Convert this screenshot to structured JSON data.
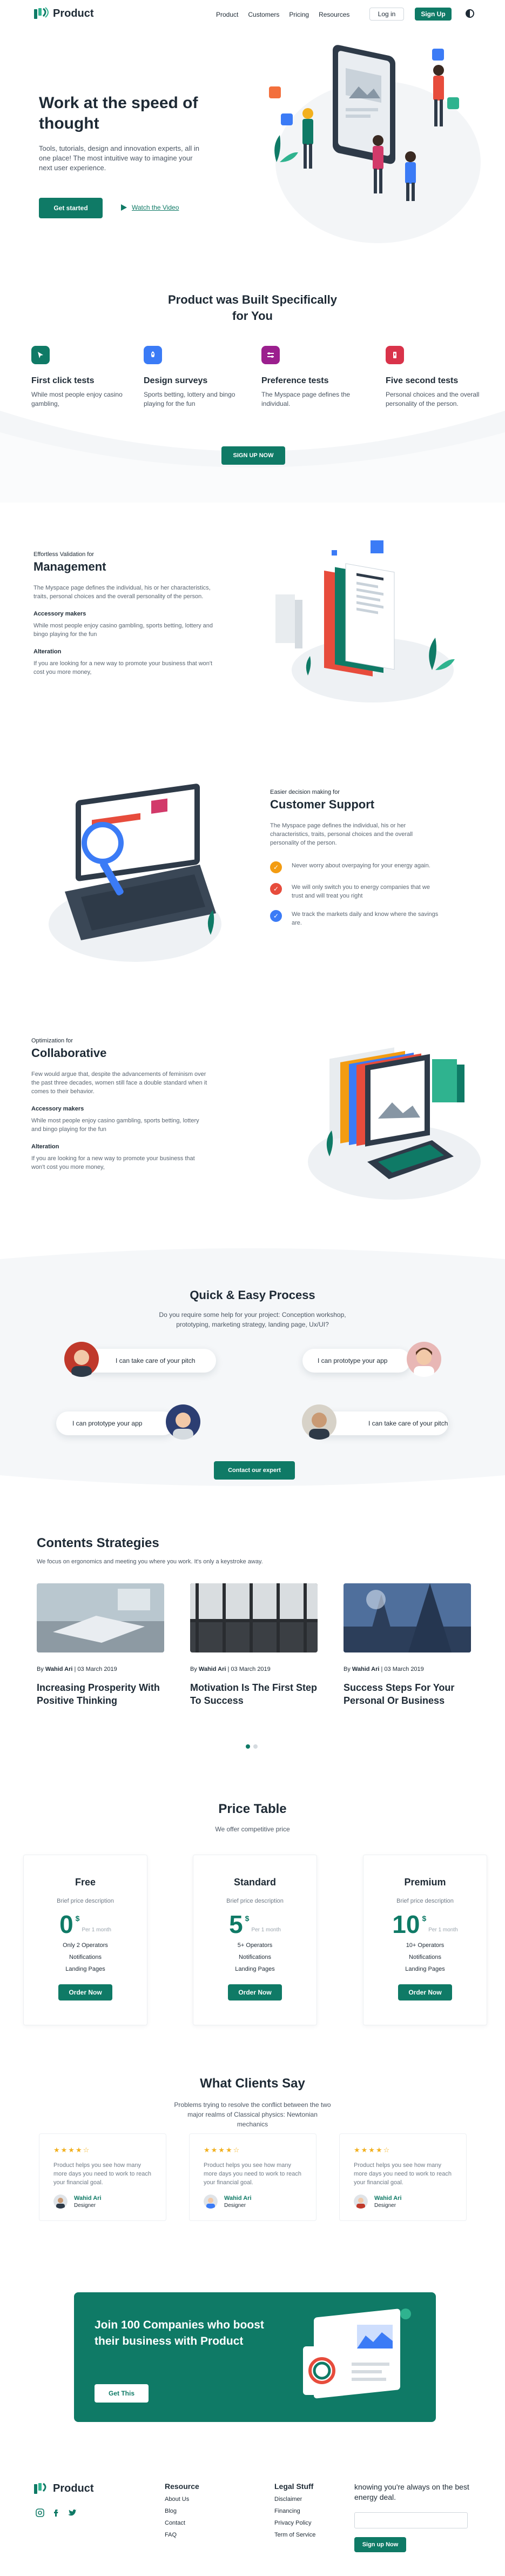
{
  "colors": {
    "brand": "#0f7a66",
    "star": "#f2b01e"
  },
  "nav": {
    "logo_text": "Product",
    "links": [
      "Product",
      "Customers",
      "Pricing",
      "Resources"
    ],
    "login": "Log in",
    "signup": "Sign Up"
  },
  "hero": {
    "title": "Work at the speed of thought",
    "subtitle": "Tools, tutorials, design and innovation experts, all in one place! The most intuitive way to imagine your next user experience.",
    "cta": "Get started",
    "watch": "Watch the Video"
  },
  "built": {
    "title": "Product was Built Specifically for You",
    "features": [
      {
        "title": "First click tests",
        "desc": "While most people enjoy casino gambling,",
        "icon": "cursor-icon"
      },
      {
        "title": "Design surveys",
        "desc": "Sports betting, lottery and bingo playing for the fun",
        "icon": "rocket-icon"
      },
      {
        "title": "Preference tests",
        "desc": "The Myspace page defines the individual.",
        "icon": "sliders-icon"
      },
      {
        "title": "Five second tests",
        "desc": "Personal choices and the overall personality of the person.",
        "icon": "timer-icon"
      }
    ],
    "cta": "SIGN UP NOW"
  },
  "management": {
    "eyebrow": "Effortless Validation for",
    "title": "Management",
    "intro": "The Myspace page defines the individual, his or her characteristics, traits, personal choices and the overall personality of the person.",
    "h1": "Accessory makers",
    "p1": "While most people enjoy casino gambling, sports betting, lottery and bingo playing for the fun",
    "h2": "Alteration",
    "p2": "If you are looking for a new way to promote your business that won't cost you more money,"
  },
  "support": {
    "eyebrow": "Easier decision making for",
    "title": "Customer Support",
    "intro": "The Myspace page defines the individual, his or her characteristics, traits, personal choices and the overall personality of the person.",
    "checks": [
      {
        "text": "Never worry about overpaying for your energy again.",
        "color": "#f39c12"
      },
      {
        "text": "We will only switch you to energy companies that we trust and will treat you right",
        "color": "#e74c3c"
      },
      {
        "text": "We track the markets daily and know where the savings are.",
        "color": "#3b7bf6"
      }
    ]
  },
  "collab": {
    "eyebrow": "Optimization for",
    "title": "Collaborative",
    "intro": "Few would argue that, despite the advancements of feminism over the past three decades, women still face a double standard when it comes to their behavior.",
    "h1": "Accessory makers",
    "p1": "While most people enjoy casino gambling, sports betting, lottery and bingo playing for the fun",
    "h2": "Alteration",
    "p2": "If you are looking for a new way to promote your business that won't cost you more money,"
  },
  "process": {
    "title": "Quick & Easy Process",
    "subtitle": "Do you require some help for your project: Conception workshop, prototyping, marketing strategy, landing page, Ux/UI?",
    "pills": [
      "I can take care of your pitch",
      "I can prototype your app",
      "I can prototype your app",
      "I can take care of your pitch"
    ],
    "cta": "Contact our expert"
  },
  "blog": {
    "title": "Contents Strategies",
    "subtitle": "We focus on ergonomics and meeting you where you work. It's only a keystroke away.",
    "by": "By",
    "posts": [
      {
        "author": "Wahid Ari",
        "date": "03 March 2019",
        "title": "Increasing Prosperity With Positive Thinking"
      },
      {
        "author": "Wahid Ari",
        "date": "03 March 2019",
        "title": "Motivation Is The First Step To Success"
      },
      {
        "author": "Wahid Ari",
        "date": "03 March 2019",
        "title": "Success Steps For Your Personal Or Business"
      }
    ]
  },
  "pricing": {
    "title": "Price Table",
    "subtitle": "We offer competitive price",
    "plans": [
      {
        "name": "Free",
        "desc": "Brief price description",
        "price": "0",
        "currency": "$",
        "per": "Per 1 month",
        "features": [
          "Only 2 Operators",
          "Notifications",
          "Landing Pages"
        ],
        "cta": "Order Now"
      },
      {
        "name": "Standard",
        "desc": "Brief price description",
        "price": "5",
        "currency": "$",
        "per": "Per 1 month",
        "features": [
          "5+ Operators",
          "Notifications",
          "Landing Pages"
        ],
        "cta": "Order Now"
      },
      {
        "name": "Premium",
        "desc": "Brief price description",
        "price": "10",
        "currency": "$",
        "per": "Per 1 month",
        "features": [
          "10+ Operators",
          "Notifications",
          "Landing Pages"
        ],
        "cta": "Order Now"
      }
    ]
  },
  "testimonials": {
    "title": "What Clients Say",
    "subtitle": "Problems trying to resolve the conflict between the two major realms of Classical physics: Newtonian mechanics",
    "items": [
      {
        "stars": "★★★★☆",
        "quote": "Product helps you see how many more days you need to work to reach your financial goal.",
        "name": "Wahid Ari",
        "role": "Designer"
      },
      {
        "stars": "★★★★☆",
        "quote": "Product helps you see how many more days you need to work to reach your financial goal.",
        "name": "Wahid Ari",
        "role": "Designer"
      },
      {
        "stars": "★★★★☆",
        "quote": "Product helps you see how many more days you need to work to reach your financial goal.",
        "name": "Wahid Ari",
        "role": "Designer"
      }
    ]
  },
  "cta_banner": {
    "title": "Join 100 Companies who boost their business with Product",
    "cta": "Get This"
  },
  "footer": {
    "logo_text": "Product",
    "resource_head": "Resource",
    "resource_links": [
      "About Us",
      "Blog",
      "Contact",
      "FAQ"
    ],
    "legal_head": "Legal Stuff",
    "legal_links": [
      "Disclaimer",
      "Financing",
      "Privacy Policy",
      "Term of Service"
    ],
    "newsletter": "knowing you're always on the best energy deal.",
    "email_placeholder": "",
    "signup": "Sign up Now"
  }
}
